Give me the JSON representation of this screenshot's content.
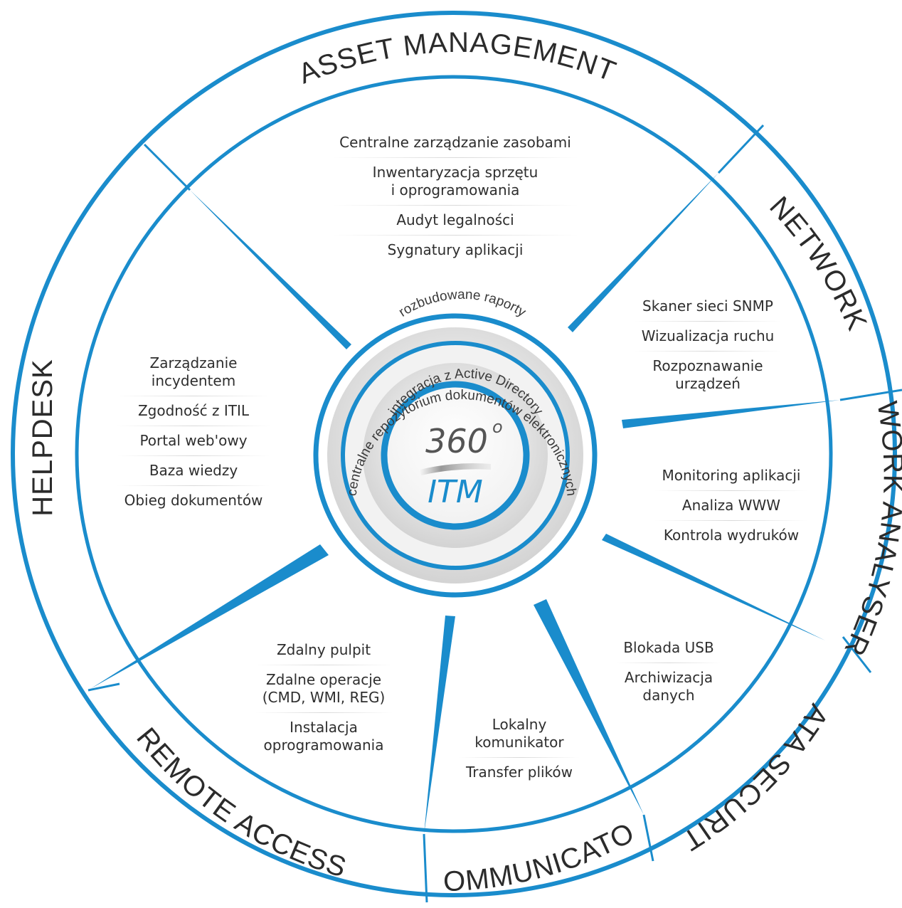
{
  "colors": {
    "accent": "#1a8ccc",
    "accent_dark": "#0e7cc0",
    "text": "#2e2e2e",
    "ring_gray": "#e6e6e6"
  },
  "outer_modules": {
    "asset_management": "ASSET MANAGEMENT",
    "network": "NETWORK",
    "work_analyser": "WORK ANALYSER",
    "data_security": "DATA SECURITY",
    "communicator": "COMMUNICATOR",
    "remote_access": "REMOTE ACCESS",
    "helpdesk": "HELPDESK"
  },
  "features": {
    "asset_management": [
      "Centralne zarządzanie zasobami",
      "Inwentaryzacja sprzętu\ni oprogramowania",
      "Audyt legalności",
      "Sygnatury aplikacji"
    ],
    "network": [
      "Skaner sieci SNMP",
      "Wizualizacja ruchu",
      "Rozpoznawanie\nurządzeń"
    ],
    "work_analyser": [
      "Monitoring aplikacji",
      "Analiza WWW",
      "Kontrola wydruków"
    ],
    "data_security": [
      "Blokada USB",
      "Archiwizacja\ndanych"
    ],
    "communicator": [
      "Lokalny\nkomunikator",
      "Transfer plików"
    ],
    "remote_access": [
      "Zdalny pulpit",
      "Zdalne operacje\n(CMD, WMI, REG)",
      "Instalacja\noprogramowania"
    ],
    "helpdesk": [
      "Zarządzanie\nincydentem",
      "Zgodność z ITIL",
      "Portal web'owy",
      "Baza wiedzy",
      "Obieg dokumentów"
    ]
  },
  "core_rings": {
    "outer": "rozbudowane raporty",
    "middle": "centralne repozytorium dokumentów elektronicznych",
    "inner": "integracja z Active Directory"
  },
  "center": {
    "top": "360",
    "degree": "o",
    "bottom": "ITM"
  }
}
